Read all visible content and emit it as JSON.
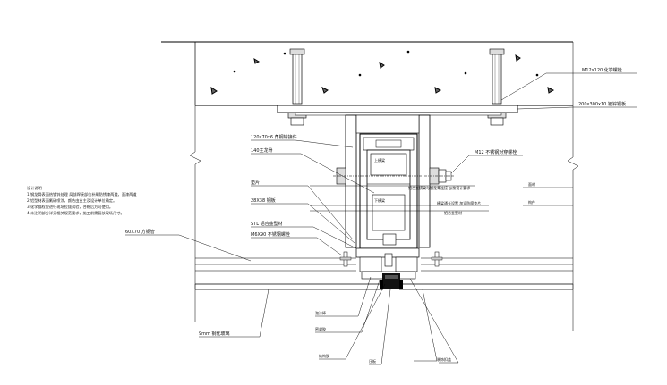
{
  "labels": {
    "anchor_bolt": "M12x120 化学螺栓",
    "embed_plate": "200x300x10 镀锌钢板",
    "angle_steel": "120x70x6 角钢转接件",
    "main_mullion": "140主龙骨",
    "bolt_m12": "M12 不锈钢对穿螺栓",
    "pad": "垫片",
    "keel_steel": "28X38 钢板",
    "aluminum_alloy": "STL 铝合金型材",
    "screw_m6": "M6X90 不锈钢螺栓",
    "channel": "60X70 方钢管",
    "glass": "9mm 钢化玻璃",
    "foam_rod": "泡沫棒",
    "sealant": "密封胶",
    "structural_glue": "结构胶",
    "pressure_plate": "压板",
    "cover": "装饰扣盖",
    "upper_beam": "上横梁",
    "lower_beam": "下横梁",
    "note_center_1": "铝合金横梁与钢龙骨连接 @按设计要求",
    "note_center_2": "横梁通长设置 加设防腐垫片",
    "note_center_3": "铝合金型材",
    "note_right_a": "面材",
    "note_right_b": "构件",
    "note_left_head": "设计说明",
    "note_left_1": "1.钢龙骨表面热镀锌处理 局部焊接部位补刷防锈漆两道，面漆两道",
    "note_left_2": "2.铝型材表面氟碳喷涂，颜色由业主及设计单位确定。",
    "note_left_3": "3.化学锚栓应进行现场拉拔试验，合格后方可使用。",
    "note_left_4": "4.未注明部分详见相关规范要求，施工前需复核现场尺寸。"
  }
}
